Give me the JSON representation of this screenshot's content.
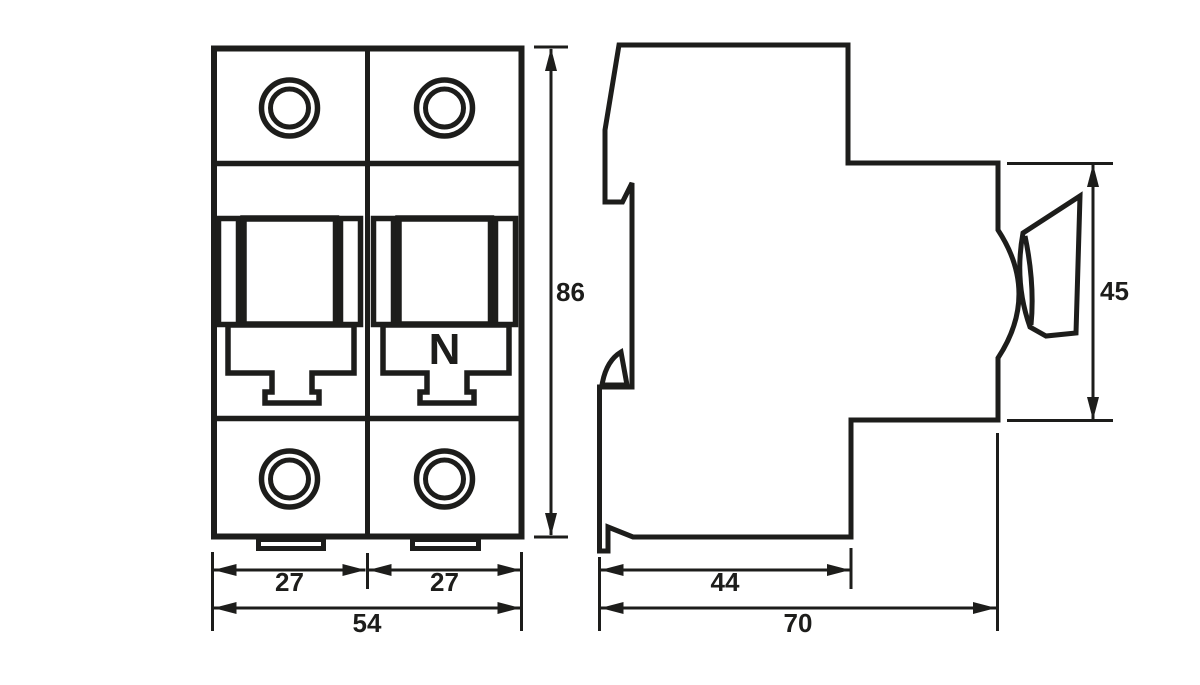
{
  "colors": {
    "ink": "#1d1d1b",
    "background": "#ffffff"
  },
  "front_view": {
    "neutral_label": "N",
    "dim_module_left_width": "27",
    "dim_module_right_width": "27",
    "dim_total_width": "54",
    "dim_height": "86"
  },
  "side_view": {
    "dim_base_depth": "44",
    "dim_total_depth": "70",
    "dim_handle_section_height": "45"
  }
}
